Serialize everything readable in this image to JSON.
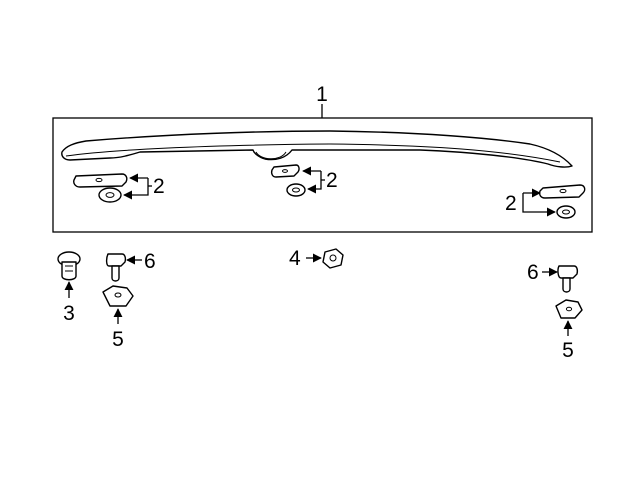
{
  "callouts": {
    "c1": "1",
    "c2_left": "2",
    "c2_center": "2",
    "c2_right": "2",
    "c3": "3",
    "c4": "4",
    "c5_left": "5",
    "c5_right": "5",
    "c6_left": "6",
    "c6_right": "6"
  },
  "colors": {
    "ink": "#000000",
    "paper": "#ffffff"
  }
}
